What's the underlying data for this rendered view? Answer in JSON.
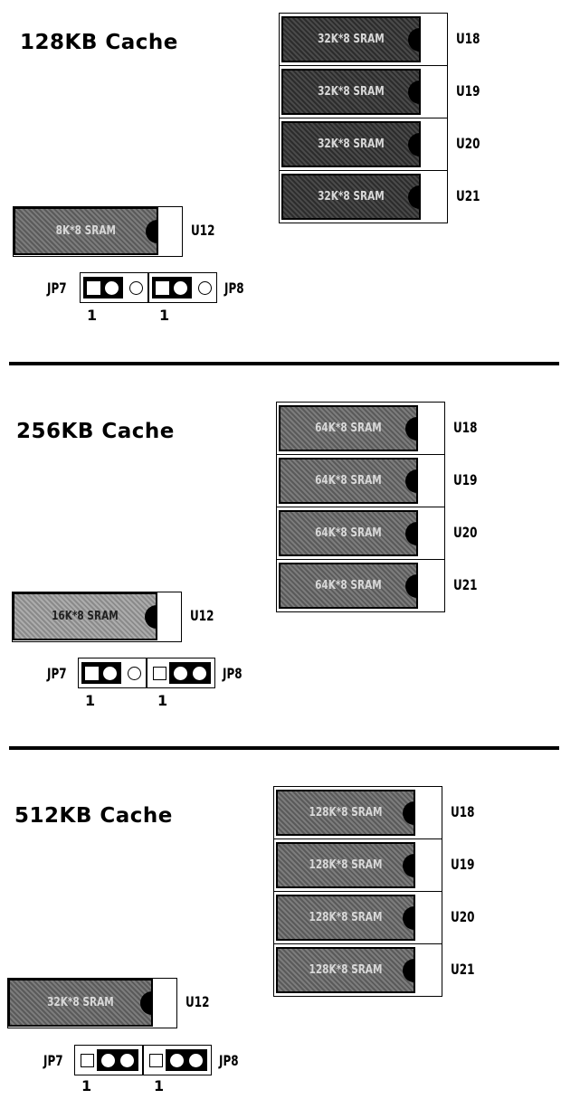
{
  "sections": [
    {
      "title": "128KB Cache",
      "bank": [
        {
          "ref": "U18",
          "chip": "32K*8 SRAM"
        },
        {
          "ref": "U19",
          "chip": "32K*8 SRAM"
        },
        {
          "ref": "U20",
          "chip": "32K*8 SRAM"
        },
        {
          "ref": "U21",
          "chip": "32K*8 SRAM"
        }
      ],
      "u12": {
        "ref": "U12",
        "chip": "8K*8 SRAM"
      },
      "jp7": {
        "label": "JP7",
        "pin1": "1",
        "cap": "1-2"
      },
      "jp8": {
        "label": "JP8",
        "pin1": "1",
        "cap": "1-2"
      }
    },
    {
      "title": "256KB Cache",
      "bank": [
        {
          "ref": "U18",
          "chip": "64K*8 SRAM"
        },
        {
          "ref": "U19",
          "chip": "64K*8 SRAM"
        },
        {
          "ref": "U20",
          "chip": "64K*8 SRAM"
        },
        {
          "ref": "U21",
          "chip": "64K*8 SRAM"
        }
      ],
      "u12": {
        "ref": "U12",
        "chip": "16K*8 SRAM"
      },
      "jp7": {
        "label": "JP7",
        "pin1": "1",
        "cap": "1-2"
      },
      "jp8": {
        "label": "JP8",
        "pin1": "1",
        "cap": "2-3"
      }
    },
    {
      "title": "512KB Cache",
      "bank": [
        {
          "ref": "U18",
          "chip": "128K*8 SRAM"
        },
        {
          "ref": "U19",
          "chip": "128K*8 SRAM"
        },
        {
          "ref": "U20",
          "chip": "128K*8 SRAM"
        },
        {
          "ref": "U21",
          "chip": "128K*8 SRAM"
        }
      ],
      "u12": {
        "ref": "U12",
        "chip": "32K*8 SRAM"
      },
      "jp7": {
        "label": "JP7",
        "pin1": "1",
        "cap": "2-3"
      },
      "jp8": {
        "label": "JP8",
        "pin1": "1",
        "cap": "2-3"
      }
    }
  ]
}
